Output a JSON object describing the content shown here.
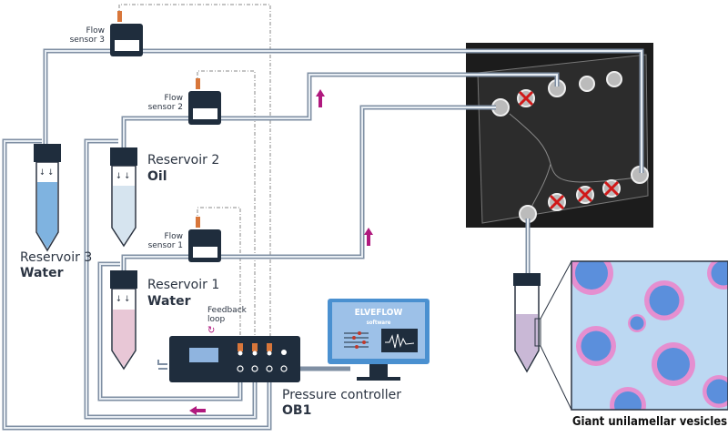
{
  "sensors": {
    "s3": {
      "line1": "Flow",
      "line2": "sensor 3"
    },
    "s2": {
      "line1": "Flow",
      "line2": "sensor 2"
    },
    "s1": {
      "line1": "Flow",
      "line2": "sensor 1"
    }
  },
  "reservoirs": {
    "r3": {
      "name": "Reservoir 3",
      "liquid": "Water"
    },
    "r2": {
      "name": "Reservoir 2",
      "liquid": "Oil"
    },
    "r1": {
      "name": "Reservoir 1",
      "liquid": "Water"
    }
  },
  "feedback": {
    "line1": "Feedback",
    "line2": "loop"
  },
  "controller": {
    "name": "Pressure controller",
    "model": "OB1"
  },
  "software": {
    "brand": "ELVEFLOW",
    "sub": "software"
  },
  "vesicles_caption": "Giant unilamellar vesicles",
  "colors": {
    "tube": "#7f8fa3",
    "device": "#1f2d3d",
    "arrow": "#b0197e",
    "water": "#7fb3e0",
    "oil": "#d6e4ef",
    "pink": "#e8c7d6",
    "vesicle_ring": "#e58fd0",
    "vesicle_core": "#5b8fdc",
    "vesicle_bg": "#bcd8f2"
  }
}
